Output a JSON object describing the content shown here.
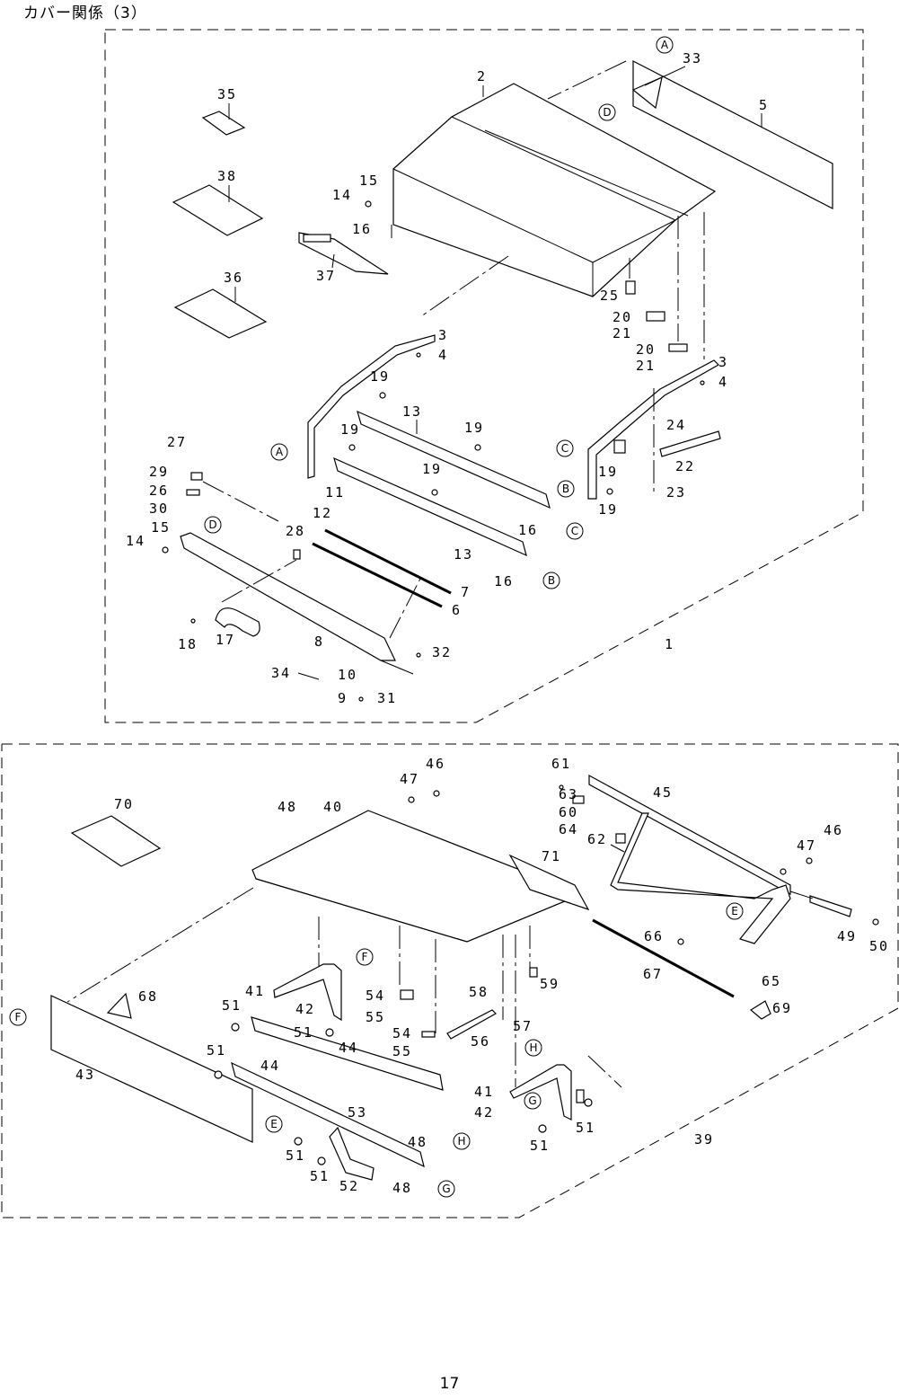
{
  "page": {
    "title": "カバー関係（3）",
    "number": "17"
  },
  "diagram": {
    "upper_group_label": "1",
    "lower_group_label": "39",
    "reference_letters": [
      "A",
      "B",
      "C",
      "D",
      "E",
      "F",
      "G",
      "H"
    ],
    "part_labels": [
      "2",
      "3",
      "4",
      "5",
      "6",
      "7",
      "8",
      "9",
      "10",
      "11",
      "12",
      "13",
      "14",
      "15",
      "16",
      "17",
      "18",
      "19",
      "20",
      "21",
      "22",
      "23",
      "24",
      "25",
      "26",
      "27",
      "28",
      "29",
      "30",
      "31",
      "32",
      "33",
      "34",
      "35",
      "36",
      "37",
      "38",
      "40",
      "41",
      "42",
      "43",
      "44",
      "45",
      "46",
      "47",
      "48",
      "49",
      "50",
      "51",
      "52",
      "53",
      "54",
      "55",
      "56",
      "57",
      "58",
      "59",
      "60",
      "61",
      "62",
      "63",
      "64",
      "65",
      "66",
      "67",
      "68",
      "69",
      "70",
      "71"
    ]
  }
}
